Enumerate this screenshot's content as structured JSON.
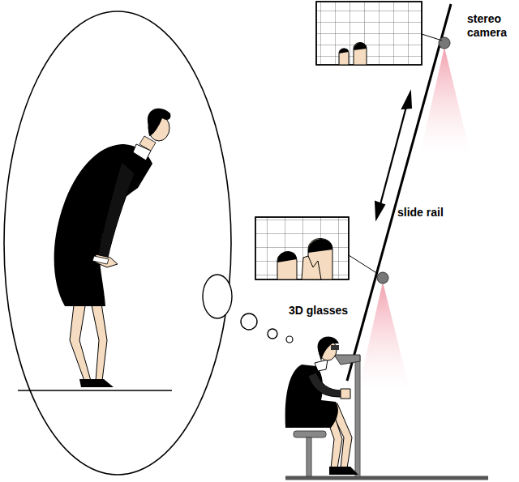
{
  "diagram": {
    "labels": [
      "stereo camera",
      "slide rail",
      "3D glasses"
    ]
  }
}
